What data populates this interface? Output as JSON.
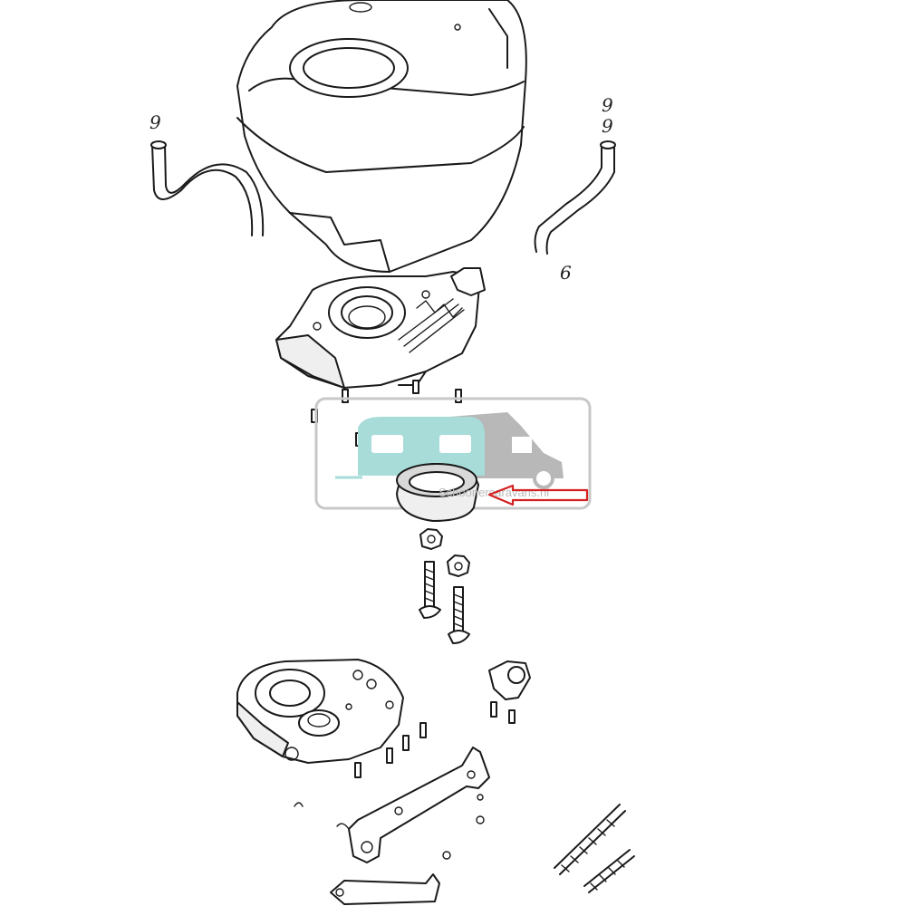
{
  "diagram": {
    "callouts": {
      "left_hose": "9",
      "right_hose_top": "9",
      "right_hose_mid": "9",
      "hose_bottom": "6"
    },
    "watermark": {
      "text": "Schoonercaravans.nl",
      "van_color": "#a8dcd9",
      "camper_color": "#b8b8b8",
      "frame_color": "#c8c8c8"
    },
    "highlight": {
      "arrow_color": "#d42020",
      "target": "seal-ring"
    }
  }
}
